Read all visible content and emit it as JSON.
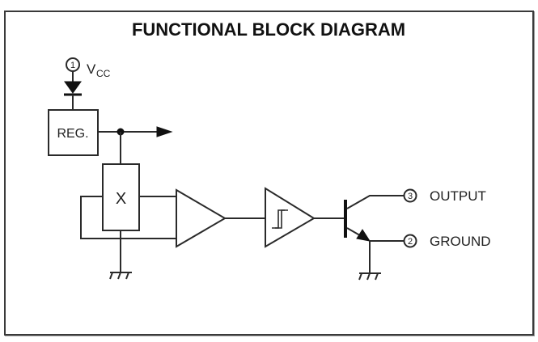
{
  "diagram": {
    "title": "FUNCTIONAL BLOCK DIAGRAM",
    "pins": [
      {
        "number": "1",
        "label_main": "V",
        "label_sub": "CC",
        "role": "supply"
      },
      {
        "number": "3",
        "label": "OUTPUT",
        "role": "output"
      },
      {
        "number": "2",
        "label": "GROUND",
        "role": "ground"
      }
    ],
    "blocks": {
      "regulator": "REG.",
      "hall_element": "X",
      "amplifier": "",
      "schmitt_trigger": ""
    },
    "components": [
      "reverse-protection-diode",
      "voltage-regulator",
      "regulator-output-arrow",
      "hall-sensor",
      "differential-amplifier",
      "schmitt-trigger",
      "npn-output-transistor",
      "ground-symbol-sensor",
      "ground-symbol-transistor"
    ],
    "colors": {
      "line": "#2a2a2a",
      "frame": "#3a3a3a",
      "background": "#ffffff"
    }
  }
}
